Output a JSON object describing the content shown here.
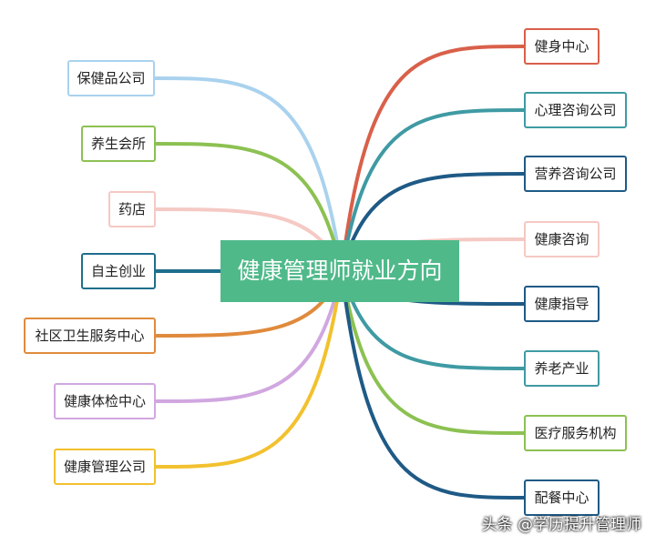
{
  "center": {
    "label": "健康管理师就业方向",
    "color": "#4fb98a"
  },
  "left_branches": [
    {
      "label": "保健品公司",
      "color": "#a9d2ee"
    },
    {
      "label": "养生会所",
      "color": "#8cc152"
    },
    {
      "label": "药店",
      "color": "#f5c9c4"
    },
    {
      "label": "自主创业",
      "color": "#1e6e8c"
    },
    {
      "label": "社区卫生服务中心",
      "color": "#e08a3c"
    },
    {
      "label": "健康体检中心",
      "color": "#d1a7e0"
    },
    {
      "label": "健康管理公司",
      "color": "#f2c12e"
    }
  ],
  "right_branches": [
    {
      "label": "健身中心",
      "color": "#d9604a"
    },
    {
      "label": "心理咨询公司",
      "color": "#3f9aa3"
    },
    {
      "label": "营养咨询公司",
      "color": "#1f5a86"
    },
    {
      "label": "健康咨询",
      "color": "#f5c9c4"
    },
    {
      "label": "健康指导",
      "color": "#1f5a86"
    },
    {
      "label": "养老产业",
      "color": "#3f9aa3"
    },
    {
      "label": "医疗服务机构",
      "color": "#8cc152"
    },
    {
      "label": "配餐中心",
      "color": "#1f5a86"
    }
  ],
  "watermark": "头条 @学历提升管理师"
}
